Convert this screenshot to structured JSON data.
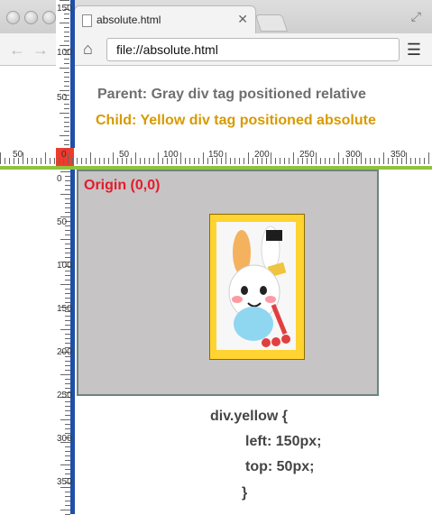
{
  "browser": {
    "tab_title": "absolute.html",
    "url": "file://absolute.html"
  },
  "rulers": {
    "horizontal_labels": [
      "50",
      "0",
      "50",
      "100",
      "150",
      "200",
      "250",
      "300",
      "350"
    ],
    "vertical_top_labels": [
      "150",
      "100",
      "50"
    ],
    "vertical_bottom_labels": [
      "0",
      "50",
      "100",
      "150",
      "200",
      "250",
      "300",
      "350"
    ]
  },
  "page": {
    "parent_heading": "Parent: Gray div tag positioned relative",
    "child_heading": "Child: Yellow div tag positioned absolute",
    "origin_label": "Origin (0,0)",
    "code_lines": [
      "div.yellow {",
      "left: 150px;",
      "top: 50px;",
      "}"
    ]
  },
  "colors": {
    "parent_text": "#6f6f6f",
    "child_text": "#d79a00",
    "origin_text": "#e51b2b",
    "gray_box": "#c6c4c4",
    "yellow_box": "#ffd331",
    "guide_blue": "#1f4fa8",
    "ruler_green": "#8ec23f"
  },
  "icons": {
    "back": "back-arrow-icon",
    "forward": "forward-arrow-icon",
    "home": "home-icon",
    "menu": "menu-icon",
    "tab_document": "document-icon",
    "tab_close": "close-icon",
    "fullscreen": "fullscreen-icon"
  }
}
